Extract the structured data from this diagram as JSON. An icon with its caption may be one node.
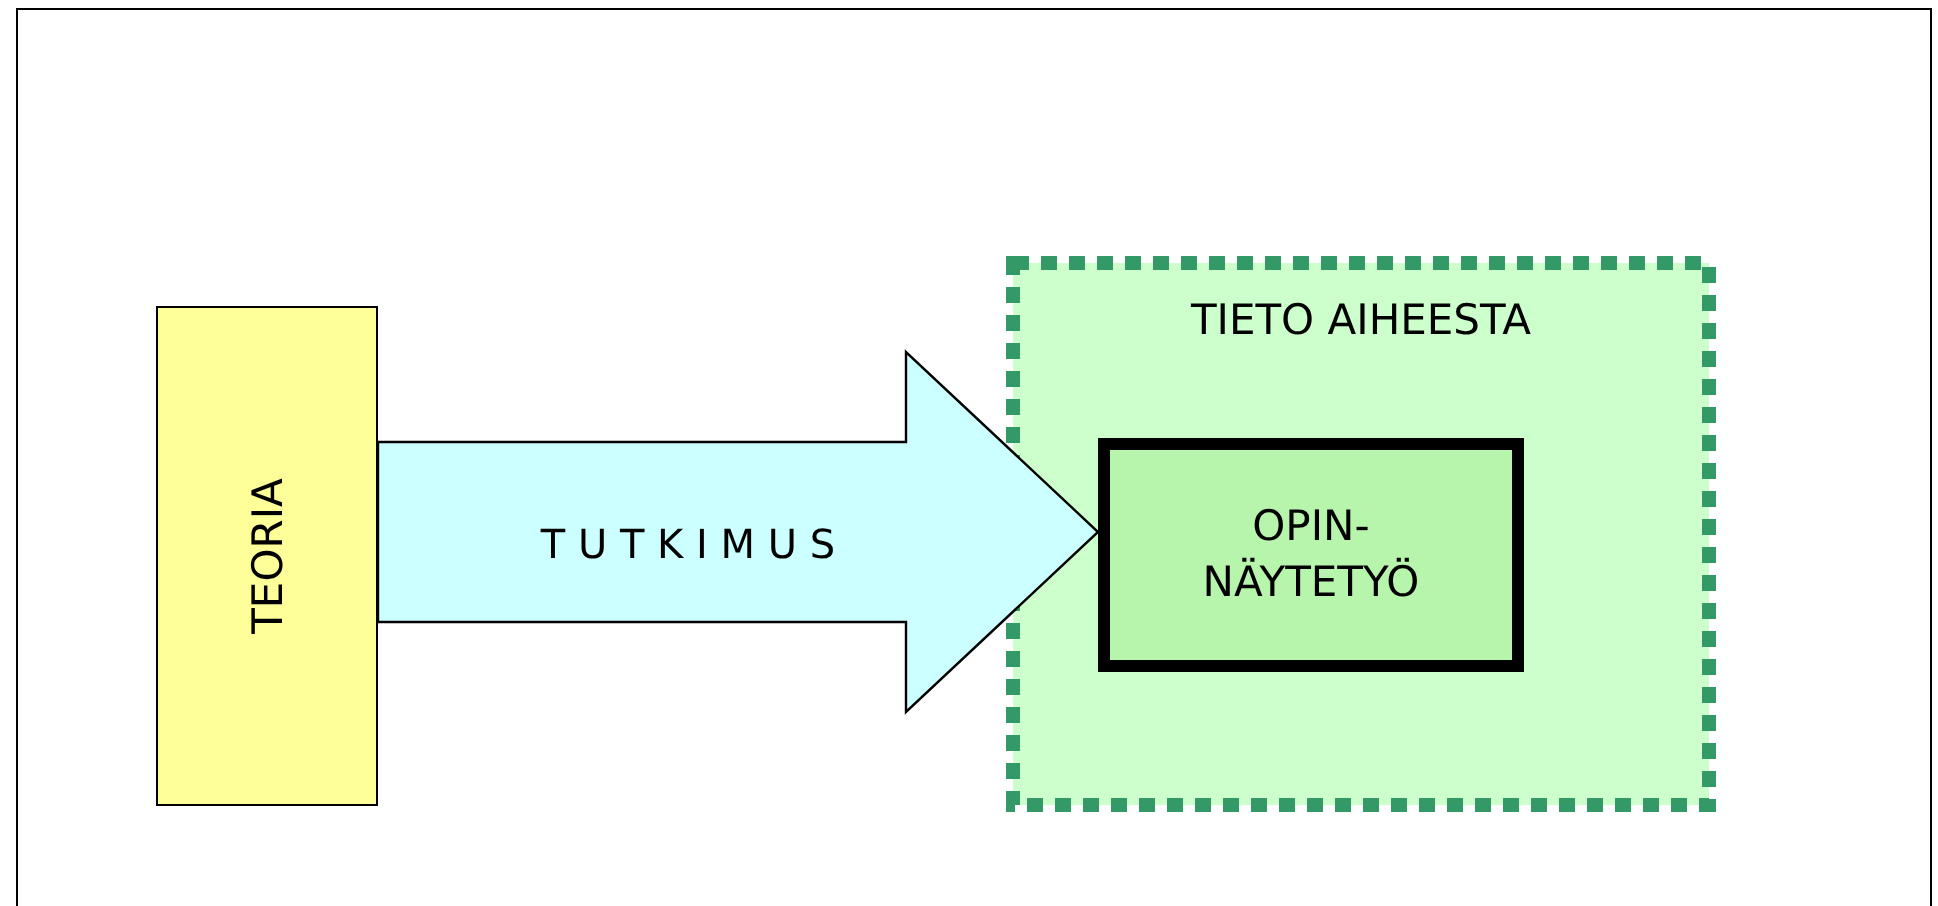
{
  "diagram": {
    "nodes": [
      {
        "text": [
          "TEORIA"
        ]
      },
      {
        "text": [
          "TIETO AIHEESTA"
        ]
      },
      {
        "text": [
          "OPIN- NÄYTETYÖ"
        ],
        "in": 1
      }
    ],
    "edges": [
      {
        "from": 0,
        "to": 2,
        "arrow": "to",
        "label": "T U T K I M U S"
      }
    ]
  }
}
